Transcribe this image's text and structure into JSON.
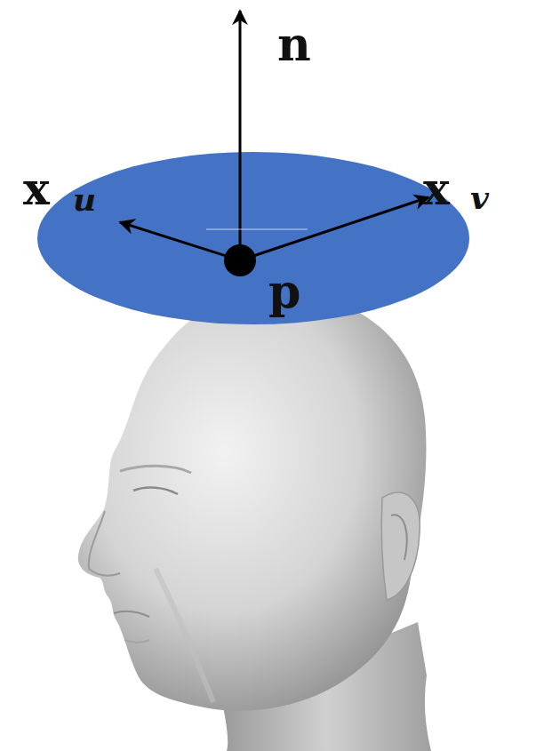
{
  "diagram": {
    "labels": [
      "n",
      "x",
      "u",
      "x",
      "v",
      "p"
    ]
  }
}
